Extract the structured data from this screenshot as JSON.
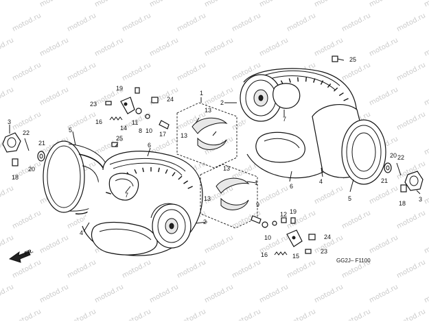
{
  "diagram": {
    "watermark_text": "motod.ru",
    "code": "GG2J– F1100",
    "direction_label": "FR.",
    "callouts": {
      "c1a": "1",
      "c1b": "1",
      "c2a": "2",
      "c2b": "2",
      "c3a": "3",
      "c3b": "3",
      "c4a": "4",
      "c4b": "4",
      "c5a": "5",
      "c5b": "5",
      "c6a": "6",
      "c6b": "6",
      "c7a": "7",
      "c7b": "7",
      "c8": "8",
      "c9": "9",
      "c10a": "10",
      "c10b": "10",
      "c11": "11",
      "c12": "12",
      "c13a": "13",
      "c13b": "13",
      "c13c": "13",
      "c13d": "13",
      "c14": "14",
      "c15": "15",
      "c16a": "16",
      "c16b": "16",
      "c17": "17",
      "c18a": "18",
      "c18b": "18",
      "c19a": "19",
      "c19b": "19",
      "c20a": "20",
      "c20b": "20",
      "c21a": "21",
      "c21b": "21",
      "c22a": "22",
      "c22b": "22",
      "c23a": "23",
      "c23b": "23",
      "c24a": "24",
      "c24b": "24",
      "c25a": "25",
      "c25b": "25"
    }
  }
}
